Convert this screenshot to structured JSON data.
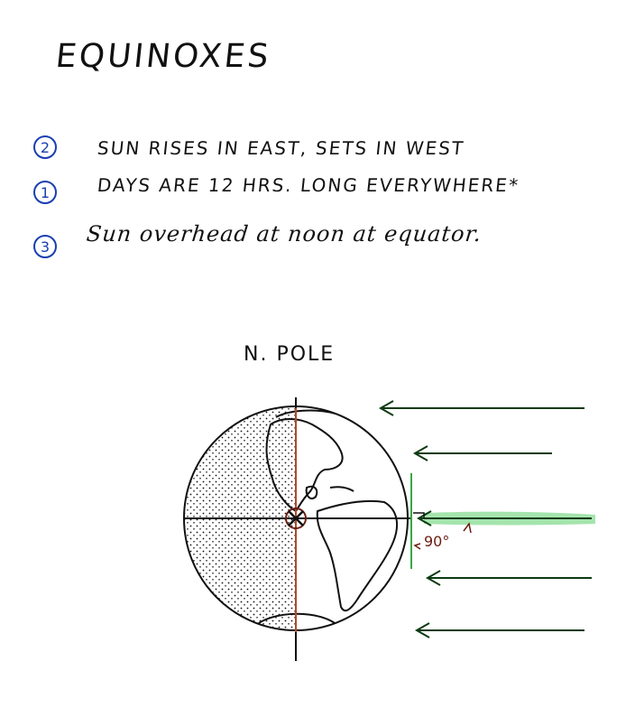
{
  "title": "EQUINOXES",
  "facts": [
    {
      "number": "2",
      "text": "SUN RISES IN EAST, SETS IN WEST"
    },
    {
      "number": "1",
      "text": "DAYS ARE 12 HRS. LONG EVERYWHERE*"
    },
    {
      "number": "3",
      "text": "Sun overhead at noon at equator."
    }
  ],
  "diagram": {
    "pole_label": "N. POLE",
    "angle_label": "90°",
    "colors": {
      "ink": "#111111",
      "arrow": "#0d3b12",
      "terminator": "#b04a2a",
      "highlight": "#7fd88a",
      "annotation": "#6a1d10",
      "number_circle": "#1a3fb0"
    }
  }
}
